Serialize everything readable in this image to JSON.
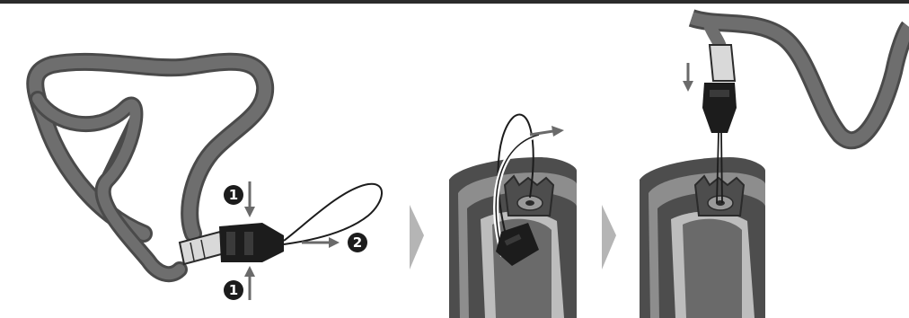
{
  "steps": {
    "press_marker_top": "1",
    "press_marker_bottom": "1",
    "pull_marker": "2"
  },
  "colors": {
    "strap": "#6e6e6e",
    "strap_outline": "#4a4a4a",
    "clip": "#1c1c1c",
    "device_dark": "#4d4d4d",
    "device_mid": "#8d8d8d",
    "device_light": "#bdbdbd",
    "arrow": "#6a6a6a",
    "step_chevron": "#b5b5b5"
  },
  "icons": [
    "press-arrow-icon",
    "pull-arrow-icon",
    "next-step-chevron-icon"
  ]
}
